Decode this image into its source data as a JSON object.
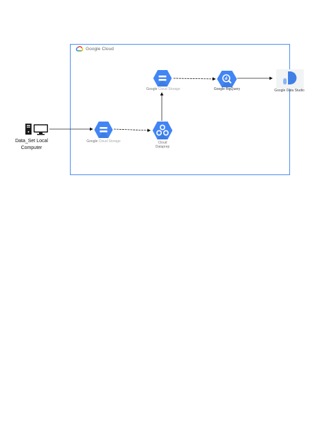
{
  "brand": {
    "name": "Google Cloud"
  },
  "nodes": {
    "local_computer": {
      "label_line1": "Data_Set Local",
      "label_line2": "Computer",
      "icon": "computer-icon"
    },
    "storage_1": {
      "label_prefix": "Google",
      "label_suffix": "Cloud Storage",
      "icon": "cloud-storage-icon"
    },
    "storage_2": {
      "label_prefix": "Google",
      "label_suffix": "Cloud Storage",
      "icon": "cloud-storage-icon"
    },
    "dataprep": {
      "label_line1": "Cloud",
      "label_line2": "Dataprep",
      "icon": "dataprep-icon"
    },
    "bigquery": {
      "label": "Google BigQuery",
      "icon": "bigquery-icon"
    },
    "data_studio": {
      "label": "Google Data Studio",
      "icon": "data-studio-icon"
    }
  },
  "colors": {
    "frame_border": "#4a8df0",
    "hexagon_blue": "#4285f4",
    "data_studio_blue": "#3f7fe6"
  }
}
